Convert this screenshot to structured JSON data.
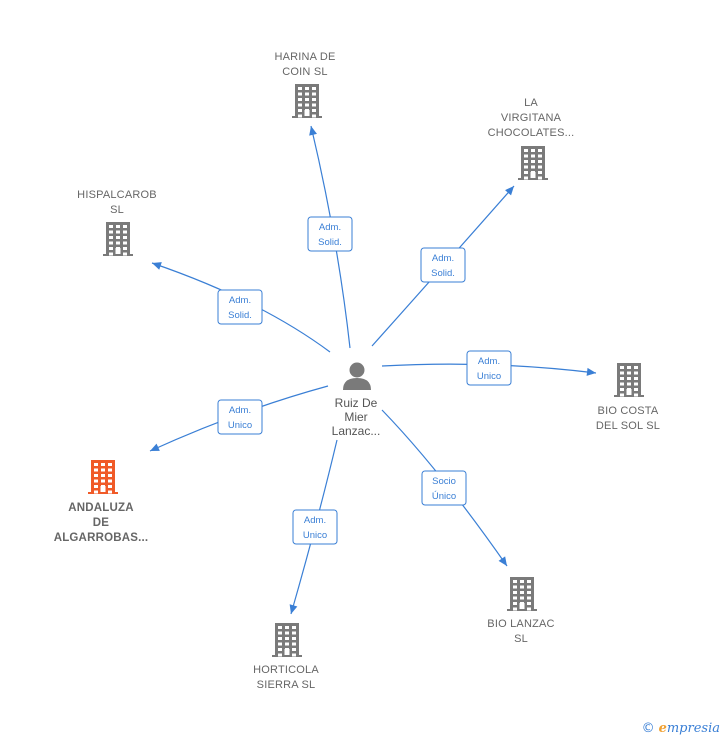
{
  "center": {
    "lines": [
      "Ruiz De",
      "Mier",
      "Lanzac..."
    ]
  },
  "nodes": [
    {
      "id": "harina",
      "lines": [
        "HARINA DE",
        "COIN  SL"
      ],
      "highlight": false
    },
    {
      "id": "virgitana",
      "lines": [
        "LA",
        "VIRGITANA",
        "CHOCOLATES..."
      ],
      "highlight": false
    },
    {
      "id": "hispalcarob",
      "lines": [
        "HISPALCAROB",
        "SL"
      ],
      "highlight": false
    },
    {
      "id": "biocosta",
      "lines": [
        "BIO COSTA",
        "DEL SOL SL"
      ],
      "highlight": false
    },
    {
      "id": "andaluza",
      "lines": [
        "ANDALUZA",
        "DE",
        "ALGARROBAS..."
      ],
      "highlight": true
    },
    {
      "id": "biolanzac",
      "lines": [
        "BIO LANZAC",
        "SL"
      ],
      "highlight": false
    },
    {
      "id": "horticola",
      "lines": [
        "HORTICOLA",
        "SIERRA  SL"
      ],
      "highlight": false
    }
  ],
  "edges": [
    {
      "to": "harina",
      "lines": [
        "Adm.",
        "Solid."
      ]
    },
    {
      "to": "virgitana",
      "lines": [
        "Adm.",
        "Solid."
      ]
    },
    {
      "to": "hispalcarob",
      "lines": [
        "Adm.",
        "Solid."
      ]
    },
    {
      "to": "biocosta",
      "lines": [
        "Adm.",
        "Unico"
      ]
    },
    {
      "to": "andaluza",
      "lines": [
        "Adm.",
        "Unico"
      ]
    },
    {
      "to": "biolanzac",
      "lines": [
        "Socio",
        "Único"
      ]
    },
    {
      "to": "horticola",
      "lines": [
        "Adm.",
        "Unico"
      ]
    }
  ],
  "colors": {
    "edge": "#3a7fd5",
    "building": "#7a7a7a",
    "highlight": "#f05a28",
    "person": "#7a7a7a"
  },
  "footer": {
    "copyright": "©",
    "brand_initial": "e",
    "brand_rest": "mpresia"
  }
}
